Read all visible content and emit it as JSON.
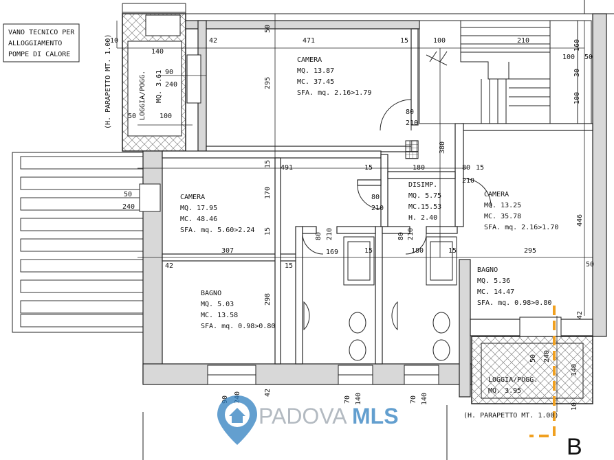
{
  "notes": {
    "vano_tecnico": [
      "VANO TECNICO PER",
      "ALLOGGIAMENTO",
      "POMPE DI CALORE"
    ],
    "parapetto_left": "(H. PARAPETTO MT. 1.00)",
    "parapetto_bottom": "(H. PARAPETTO MT. 1.00)"
  },
  "rooms": {
    "loggia_top": {
      "name": "LOGGIA/POGG.",
      "area": "MQ. 3.61"
    },
    "camera_top": {
      "name": "CAMERA",
      "mq": "MQ. 13.87",
      "mc": "MC. 37.45",
      "sfa": "SFA. mq. 2.16>1.79"
    },
    "camera_left": {
      "name": "CAMERA",
      "mq": "MQ. 17.95",
      "mc": "MC. 48.46",
      "sfa": "SFA. mq. 5.60>2.24"
    },
    "disimp": {
      "name": "DISIMP.",
      "mq": "MQ. 5.75",
      "mc": "MC.15.53",
      "h": "H. 2.40"
    },
    "camera_right": {
      "name": "CAMERA",
      "mq": "MQ. 13.25",
      "mc": "MC. 35.78",
      "sfa": "SFA. mq. 2.16>1.70"
    },
    "bagno_left": {
      "name": "BAGNO",
      "mq": "MQ. 5.03",
      "mc": "MC. 13.58",
      "sfa": "SFA. mq. 0.98>0.80"
    },
    "bagno_right": {
      "name": "BAGNO",
      "mq": "MQ. 5.36",
      "mc": "MC. 14.47",
      "sfa": "SFA. mq. 0.98>0.80"
    },
    "loggia_bottom": {
      "name": "LOGGIA/POGG.",
      "area": "MQ. 3.95"
    }
  },
  "dims": {
    "d10": "10",
    "d42": "42",
    "d50": "50",
    "d471": "471",
    "d15": "15",
    "d100": "100",
    "d210": "210",
    "d140": "140",
    "d90": "90",
    "d240": "240",
    "d295": "295",
    "d80": "80",
    "d380": "380",
    "d491": "491",
    "d180": "180",
    "d170": "170",
    "d307": "307",
    "d169": "169",
    "d446": "446",
    "d298": "298",
    "d70": "70",
    "d100b": "100",
    "d30": "30",
    "d160": "160"
  },
  "watermark": {
    "part1": "PADOVA",
    "part2": "MLS"
  },
  "block_letter": "B",
  "colors": {
    "wall": "#222222",
    "hatch": "#888888",
    "watermark_grey": "#9aa3ad",
    "watermark_blue": "#2f7fc0",
    "orange": "#f0a020"
  }
}
